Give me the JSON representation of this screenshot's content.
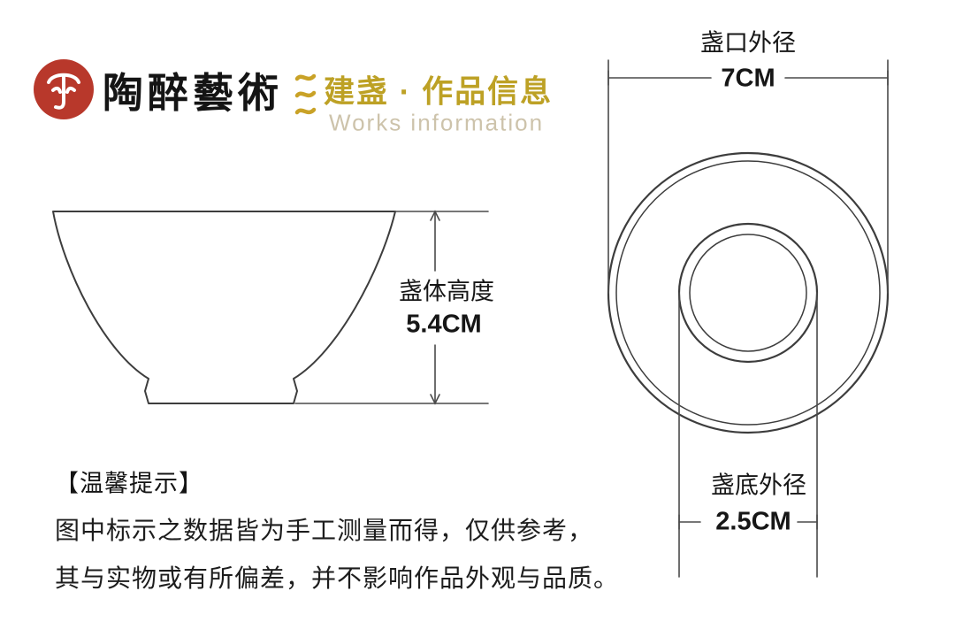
{
  "header": {
    "brand_name": "陶醉藝術",
    "title": "建盏 · 作品信息",
    "subtitle": "Works information"
  },
  "side_view": {
    "dimension_label": "盏体高度",
    "dimension_value": "5.4CM"
  },
  "top_view": {
    "top_dimension_label": "盏口外径",
    "top_dimension_value": "7CM",
    "bottom_dimension_label": "盏底外径",
    "bottom_dimension_value": "2.5CM"
  },
  "notice": {
    "heading": "【温馨提示】",
    "lines": [
      "图中标示之数据皆为手工测量而得，仅供参考，",
      "其与实物或有所偏差，并不影响作品外观与品质。"
    ]
  },
  "colors": {
    "accent_gold": "#bda125",
    "logo_red": "#b8382b",
    "subtitle_gray": "#cdc3ab",
    "line": "#3d3d3d"
  }
}
